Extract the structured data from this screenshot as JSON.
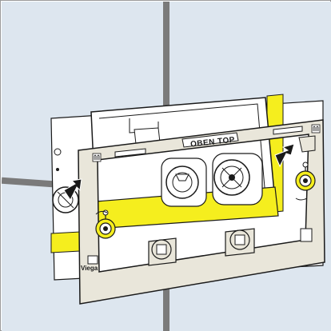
{
  "diagram": {
    "frame_label": "OBEN TOP",
    "brand_label": "Viega"
  },
  "colors": {
    "wall_tile": "#dde6ef",
    "grout": "#7a7a7a",
    "plate": "#ffffff",
    "frame": "#e9e6da",
    "insulation_yellow": "#f5ee1e",
    "outline": "#1a1a1a"
  },
  "icons": [
    "up-arrow-marker",
    "insertion-arrow",
    "clip-mechanism",
    "lock-clip"
  ]
}
